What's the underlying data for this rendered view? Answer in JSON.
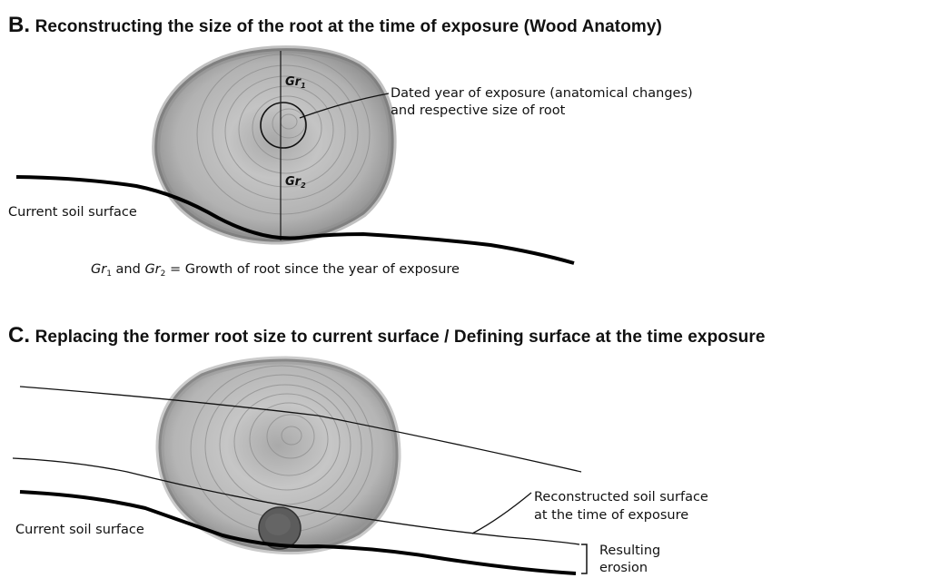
{
  "panel_b": {
    "letter": "B.",
    "title": "Reconstructing the size of the root at the time of exposure (Wood Anatomy)",
    "gr1_label": "Gr",
    "gr1_sub": "1",
    "gr2_label": "Gr",
    "gr2_sub": "2",
    "dated_year_line1": "Dated year of exposure (anatomical changes)",
    "dated_year_line2": "and respective size of root",
    "current_soil_label": "Current soil surface",
    "equation_gr": "Gr",
    "equation_sub1": "1",
    "equation_and": " and ",
    "equation_sub2": "2",
    "equation_rest": " = Growth of root since the year of exposure"
  },
  "panel_c": {
    "letter": "C.",
    "title": "Replacing the former root size to current surface / Defining surface at the time exposure",
    "current_soil_label": "Current soil surface",
    "reconstructed_line1": "Reconstructed soil surface",
    "reconstructed_line2": "at the time of exposure",
    "erosion_line1": "Resulting",
    "erosion_line2": "erosion"
  },
  "colors": {
    "wood_outer": "#8a8a8a",
    "wood_inner": "#b9b9b9",
    "ring_line": "#7d7d7d",
    "former_root": "#5a5a5a",
    "soil_line": "#000000"
  }
}
